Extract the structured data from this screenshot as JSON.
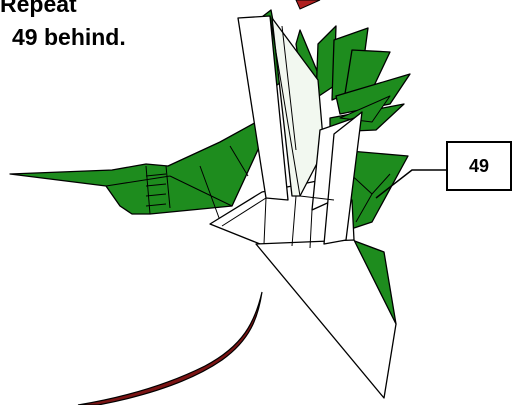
{
  "instruction": {
    "line1": "Repeat",
    "line2": "49 behind."
  },
  "step_number": "49",
  "colors": {
    "paper_color_side": "#1e8c1e",
    "paper_white_side": "#ffffff",
    "paper_faint_side": "#f2f8f0",
    "stem": "#7a1414",
    "outline": "#000000",
    "arrow": "#b02020"
  }
}
